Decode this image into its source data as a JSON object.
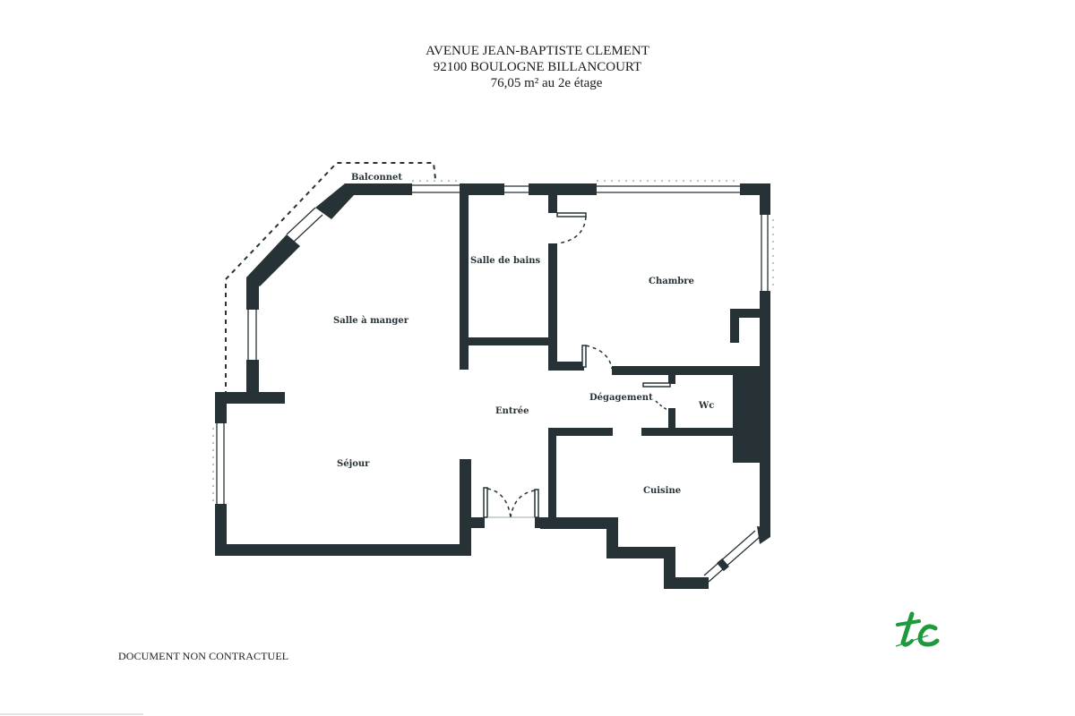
{
  "header": {
    "address_line1": "AVENUE JEAN-BAPTISTE CLEMENT",
    "address_line2": "92100 BOULOGNE BILLANCOURT",
    "surface_line": "76,05 m² au 2e étage"
  },
  "plan": {
    "wall_color": "#273236",
    "rooms": {
      "balconnet": "Balconnet",
      "salle_a_manger": "Salle à manger",
      "salle_de_bains": "Salle de bains",
      "chambre": "Chambre",
      "entree": "Entrée",
      "degagement": "Dégagement",
      "wc": "Wc",
      "sejour": "Séjour",
      "cuisine": "Cuisine"
    }
  },
  "footer": {
    "disclaimer": "DOCUMENT NON CONTRACTUEL"
  },
  "logo": {
    "text": "tc",
    "color": "#1e9a3c"
  }
}
